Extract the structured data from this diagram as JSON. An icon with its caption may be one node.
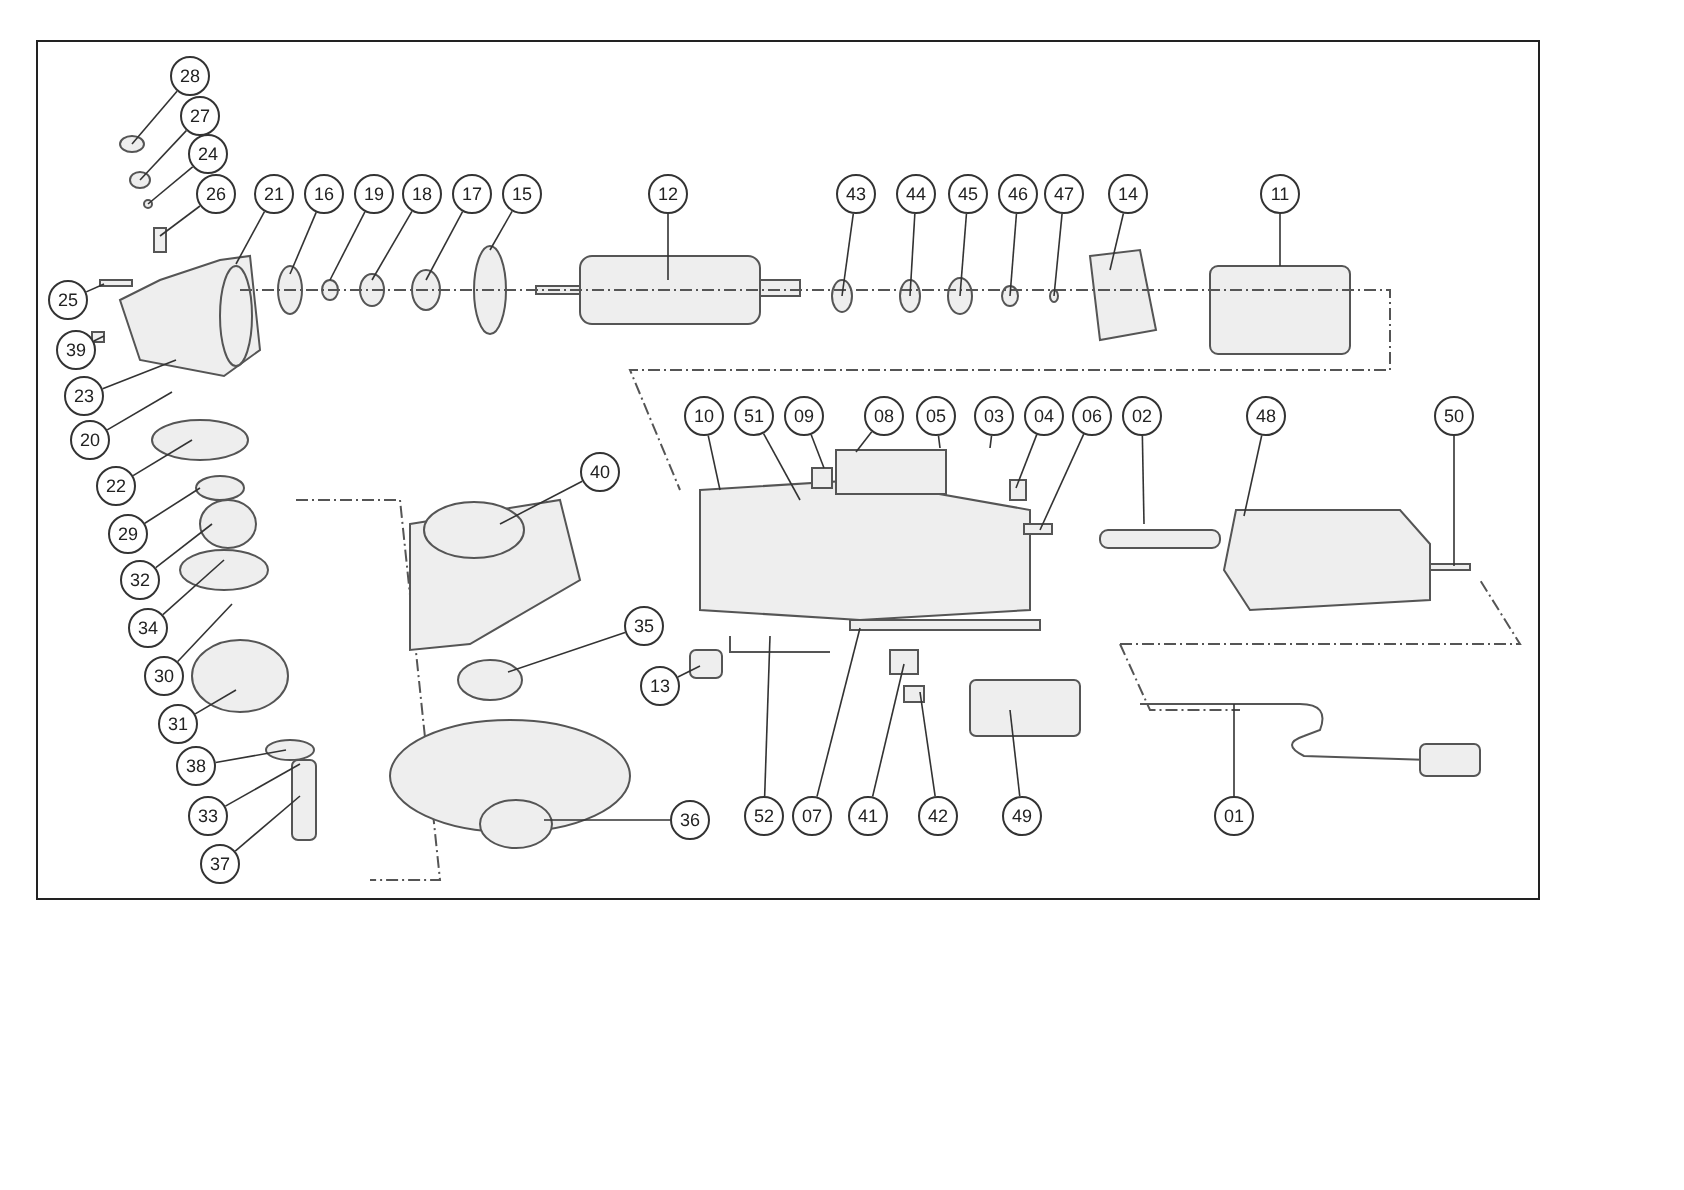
{
  "diagram": {
    "nodes": [
      {
        "text": [
          "28"
        ]
      },
      {
        "text": [
          "27"
        ]
      },
      {
        "text": [
          "24"
        ]
      },
      {
        "text": [
          "26"
        ]
      },
      {
        "text": [
          "21"
        ]
      },
      {
        "text": [
          "16"
        ]
      },
      {
        "text": [
          "19"
        ]
      },
      {
        "text": [
          "18"
        ]
      },
      {
        "text": [
          "17"
        ]
      },
      {
        "text": [
          "15"
        ]
      },
      {
        "text": [
          "12"
        ]
      },
      {
        "text": [
          "43"
        ]
      },
      {
        "text": [
          "44"
        ]
      },
      {
        "text": [
          "45"
        ]
      },
      {
        "text": [
          "46"
        ]
      },
      {
        "text": [
          "47"
        ]
      },
      {
        "text": [
          "14"
        ]
      },
      {
        "text": [
          "11"
        ]
      },
      {
        "text": [
          "25"
        ]
      },
      {
        "text": [
          "39"
        ]
      },
      {
        "text": [
          "23"
        ]
      },
      {
        "text": [
          "20"
        ]
      },
      {
        "text": [
          "10"
        ]
      },
      {
        "text": [
          "51"
        ]
      },
      {
        "text": [
          "09"
        ]
      },
      {
        "text": [
          "08"
        ]
      },
      {
        "text": [
          "05"
        ]
      },
      {
        "text": [
          "03"
        ]
      },
      {
        "text": [
          "04"
        ]
      },
      {
        "text": [
          "06"
        ]
      },
      {
        "text": [
          "02"
        ]
      },
      {
        "text": [
          "48"
        ]
      },
      {
        "text": [
          "50"
        ]
      },
      {
        "text": [
          "22"
        ]
      },
      {
        "text": [
          "40"
        ]
      },
      {
        "text": [
          "29"
        ]
      },
      {
        "text": [
          "32"
        ]
      },
      {
        "text": [
          "34"
        ]
      },
      {
        "text": [
          "35"
        ]
      },
      {
        "text": [
          "30"
        ]
      },
      {
        "text": [
          "13"
        ]
      },
      {
        "text": [
          "31"
        ]
      },
      {
        "text": [
          "38"
        ]
      },
      {
        "text": [
          "33"
        ]
      },
      {
        "text": [
          "37"
        ]
      },
      {
        "text": [
          "36"
        ]
      },
      {
        "text": [
          "52"
        ]
      },
      {
        "text": [
          "07"
        ]
      },
      {
        "text": [
          "41"
        ]
      },
      {
        "text": [
          "42"
        ]
      },
      {
        "text": [
          "49"
        ]
      },
      {
        "text": [
          "01"
        ]
      }
    ],
    "edges": [
      {
        "from": 0,
        "to": null,
        "arrow": "none"
      },
      {
        "from": 1,
        "to": null,
        "arrow": "none"
      },
      {
        "from": 2,
        "to": null,
        "arrow": "none"
      },
      {
        "from": 3,
        "to": null,
        "arrow": "none"
      },
      {
        "from": 4,
        "to": null,
        "arrow": "none"
      },
      {
        "from": 5,
        "to": null,
        "arrow": "none"
      },
      {
        "from": 6,
        "to": null,
        "arrow": "none"
      },
      {
        "from": 7,
        "to": null,
        "arrow": "none"
      },
      {
        "from": 8,
        "to": null,
        "arrow": "none"
      },
      {
        "from": 9,
        "to": null,
        "arrow": "none"
      },
      {
        "from": 10,
        "to": null,
        "arrow": "none"
      },
      {
        "from": 11,
        "to": null,
        "arrow": "none"
      },
      {
        "from": 12,
        "to": null,
        "arrow": "none"
      },
      {
        "from": 13,
        "to": null,
        "arrow": "none"
      },
      {
        "from": 14,
        "to": null,
        "arrow": "none"
      },
      {
        "from": 15,
        "to": null,
        "arrow": "none"
      },
      {
        "from": 16,
        "to": null,
        "arrow": "none"
      },
      {
        "from": 17,
        "to": null,
        "arrow": "none"
      },
      {
        "from": 18,
        "to": null,
        "arrow": "none"
      },
      {
        "from": 19,
        "to": null,
        "arrow": "none"
      },
      {
        "from": 20,
        "to": null,
        "arrow": "none"
      },
      {
        "from": 21,
        "to": null,
        "arrow": "none"
      },
      {
        "from": 22,
        "to": null,
        "arrow": "none"
      },
      {
        "from": 23,
        "to": null,
        "arrow": "none"
      },
      {
        "from": 24,
        "to": null,
        "arrow": "none"
      },
      {
        "from": 25,
        "to": null,
        "arrow": "none"
      },
      {
        "from": 26,
        "to": null,
        "arrow": "none"
      },
      {
        "from": 27,
        "to": null,
        "arrow": "none"
      },
      {
        "from": 28,
        "to": null,
        "arrow": "none"
      },
      {
        "from": 29,
        "to": null,
        "arrow": "none"
      },
      {
        "from": 30,
        "to": null,
        "arrow": "none"
      },
      {
        "from": 31,
        "to": null,
        "arrow": "none"
      },
      {
        "from": 32,
        "to": null,
        "arrow": "none"
      },
      {
        "from": 33,
        "to": null,
        "arrow": "none"
      },
      {
        "from": 34,
        "to": null,
        "arrow": "none"
      },
      {
        "from": 35,
        "to": null,
        "arrow": "none"
      },
      {
        "from": 36,
        "to": null,
        "arrow": "none"
      },
      {
        "from": 37,
        "to": null,
        "arrow": "none"
      },
      {
        "from": 38,
        "to": null,
        "arrow": "none"
      },
      {
        "from": 39,
        "to": null,
        "arrow": "none"
      },
      {
        "from": 40,
        "to": null,
        "arrow": "none"
      },
      {
        "from": 41,
        "to": null,
        "arrow": "none"
      },
      {
        "from": 42,
        "to": null,
        "arrow": "none"
      },
      {
        "from": 43,
        "to": null,
        "arrow": "none"
      },
      {
        "from": 44,
        "to": null,
        "arrow": "none"
      },
      {
        "from": 45,
        "to": null,
        "arrow": "none"
      },
      {
        "from": 46,
        "to": null,
        "arrow": "none"
      },
      {
        "from": 47,
        "to": null,
        "arrow": "none"
      },
      {
        "from": 48,
        "to": null,
        "arrow": "none"
      },
      {
        "from": 49,
        "to": null,
        "arrow": "none"
      },
      {
        "from": 50,
        "to": null,
        "arrow": "none"
      },
      {
        "from": 51,
        "to": null,
        "arrow": "none"
      }
    ]
  }
}
